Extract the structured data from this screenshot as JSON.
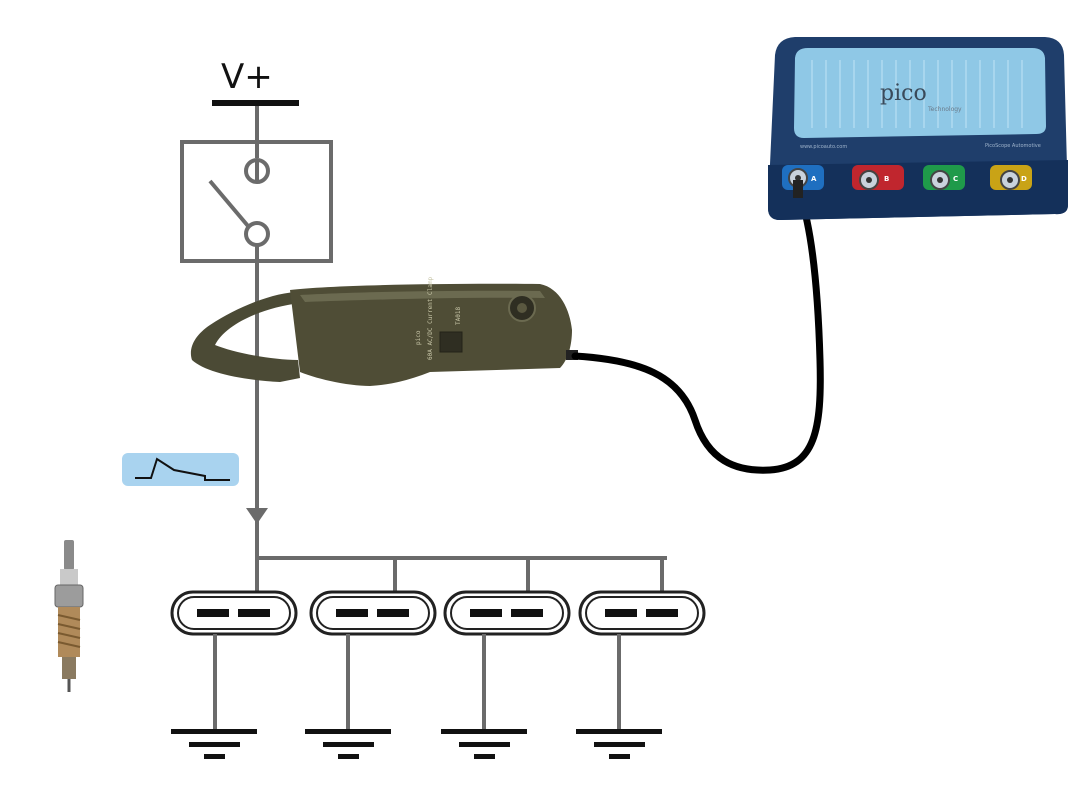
{
  "supply": {
    "label": "V+"
  },
  "scope": {
    "brand": "pico",
    "brand_sub": "Technology",
    "url": "www.picoauto.com",
    "model": "PicoScope Automotive",
    "channels": [
      {
        "name": "A",
        "color": "#1f6fc0"
      },
      {
        "name": "B",
        "color": "#c0262e"
      },
      {
        "name": "C",
        "color": "#1f9a4a"
      },
      {
        "name": "D",
        "color": "#c9a316"
      }
    ]
  },
  "clamp": {
    "brand": "pico",
    "model": "TA018",
    "description": "60A AC/DC Current Clamp"
  },
  "components": {
    "switch": "switch-symbol",
    "coils": 4,
    "grounds": 4,
    "waveform": "current-ramp-waveform-icon",
    "spark_plug": "spark-plug-icon"
  },
  "colors": {
    "wire": "#6b6b6b",
    "cable": "#000000",
    "scope_body": "#1f3e6b",
    "scope_top": "#8fc8e6",
    "clamp_body": "#4b4a35",
    "waveform_bg": "#a9d3ef"
  }
}
